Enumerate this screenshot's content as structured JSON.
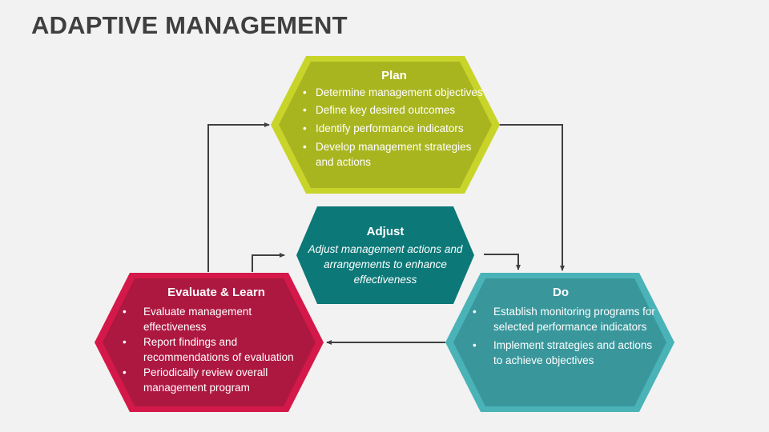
{
  "title": "ADAPTIVE MANAGEMENT",
  "colors": {
    "plan": "#a9b51f",
    "plan_border": "#c8d42a",
    "adjust": "#0c7878",
    "evaluate": "#ad1840",
    "evaluate_border": "#d4194a",
    "do": "#39979c",
    "do_border": "#4ab3b8",
    "connector": "#404040"
  },
  "plan": {
    "heading": "Plan",
    "items": [
      "Determine management objectives",
      "Define key desired outcomes",
      "Identify performance indicators",
      "Develop management strategies and actions"
    ]
  },
  "adjust": {
    "heading": "Adjust",
    "text": "Adjust management actions and arrangements to enhance effectiveness"
  },
  "evaluate": {
    "heading": "Evaluate & Learn",
    "items": [
      "Evaluate management effectiveness",
      "Report findings and recommendations of evaluation",
      "Periodically review overall management program"
    ]
  },
  "do": {
    "heading": "Do",
    "items": [
      "Establish monitoring programs for selected performance indicators",
      "Implement strategies and actions to achieve objectives"
    ]
  }
}
